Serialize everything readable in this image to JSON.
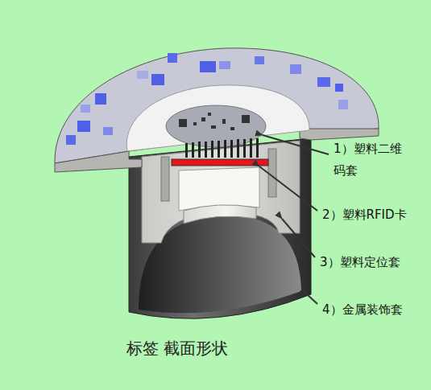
{
  "diagram": {
    "caption": "标签 截面形状",
    "labels": [
      "1）塑料二维码套",
      "2）塑料RFID卡",
      "3）塑料定位套",
      "4）金属装饰套"
    ]
  }
}
